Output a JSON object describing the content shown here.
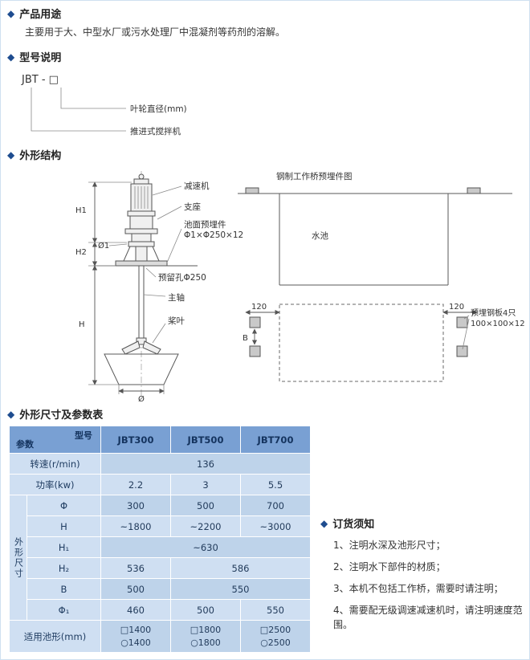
{
  "ui": {
    "bullet": "◆"
  },
  "usage": {
    "title": "产品用途",
    "body": "主要用于大、中型水厂或污水处理厂中混凝剂等药剂的溶解。"
  },
  "model": {
    "title": "型号说明",
    "code": "JBT - □",
    "label_impeller": "叶轮直径(mm)",
    "label_type": "推进式搅拌机"
  },
  "structure": {
    "title": "外形结构",
    "mixer": {
      "reducer": "减速机",
      "support": "支座",
      "embed_line1": "池面预埋件",
      "embed_line2": "Φ1×Φ250×12",
      "hole": "预留孔Φ250",
      "shaft": "主轴",
      "blade": "桨叶",
      "dim_h1": "H1",
      "dim_h2": "H2",
      "dim_h": "H",
      "dim_d1": "Ø1",
      "dim_d": "Ø"
    },
    "bridge": {
      "title": "钢制工作桥预埋件图",
      "pool": "水池",
      "dim_120_left": "120",
      "dim_120_right": "120",
      "dim_b": "B",
      "plate_line1": "预埋钢板4只",
      "plate_line2": "100×100×12"
    }
  },
  "spec": {
    "title": "外形尺寸及参数表",
    "corner_top": "型号",
    "corner_bottom": "参数",
    "models": [
      "JBT300",
      "JBT500",
      "JBT700"
    ],
    "speed_label": "转速(r/min)",
    "speed_value": "136",
    "power_label": "功率(kw)",
    "power_values": [
      "2.2",
      "3",
      "5.5"
    ],
    "dims_group": "外形尺寸",
    "rows": {
      "phi": {
        "label": "Φ",
        "v": [
          "300",
          "500",
          "700"
        ]
      },
      "h": {
        "label": "H",
        "v": [
          "~1800",
          "~2200",
          "~3000"
        ]
      },
      "h1": {
        "label": "H₁",
        "v": "~630"
      },
      "h2": {
        "label": "H₂",
        "v": [
          "536",
          "586"
        ]
      },
      "b": {
        "label": "B",
        "v": [
          "500",
          "550"
        ]
      },
      "phi1": {
        "label": "Φ₁",
        "v": [
          "460",
          "500",
          "550"
        ]
      }
    },
    "pool_label": "适用池形(mm)",
    "pool_values": [
      {
        "square": "□1400",
        "circle": "○1400"
      },
      {
        "square": "□1800",
        "circle": "○1800"
      },
      {
        "square": "□2500",
        "circle": "○2500"
      }
    ]
  },
  "order": {
    "title": "订货须知",
    "items": [
      "1、注明水深及池形尺寸；",
      "2、注明水下部件的材质；",
      "3、本机不包括工作桥，需要时请注明；",
      "4、需要配无级调速减速机时，请注明速度范围。"
    ]
  }
}
